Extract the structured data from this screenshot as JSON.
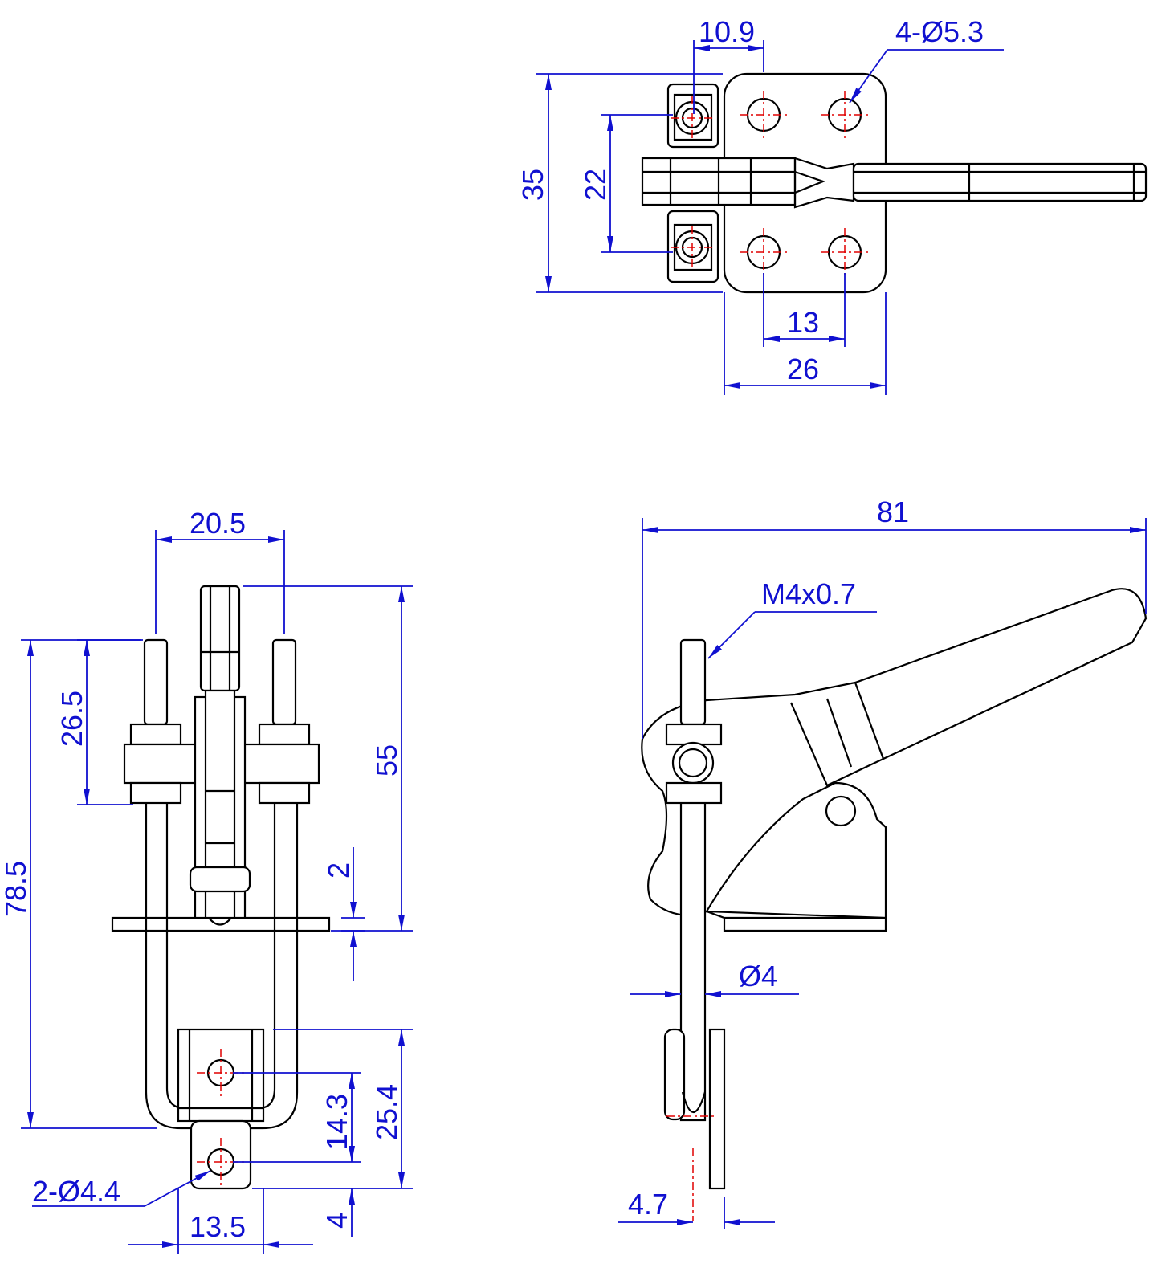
{
  "drawing": {
    "top_view": {
      "dim_pin_offset": "10.9",
      "dim_holes": "4-Ø5.3",
      "dim_plate_height": "35",
      "dim_pin_spacing": "22",
      "dim_hole_spacing": "13",
      "dim_plate_width": "26"
    },
    "front_view": {
      "dim_pin_span": "20.5",
      "dim_thread_length": "26.5",
      "dim_height_above_base": "55",
      "dim_overall_height": "78.5",
      "dim_base_thickness": "2",
      "dim_hole_to_hole": "14.3",
      "dim_bracket_height": "25.4",
      "dim_bracket_holes": "2-Ø4.4",
      "dim_bracket_width": "13.5",
      "dim_bottom_offset": "4"
    },
    "side_view": {
      "dim_overall_length": "81",
      "dim_thread": "M4x0.7",
      "dim_rod_diameter": "Ø4",
      "dim_bracket_offset": "4.7"
    },
    "colors": {
      "object": "#000000",
      "dimension": "#1010d0",
      "centerline": "#e00000"
    }
  }
}
